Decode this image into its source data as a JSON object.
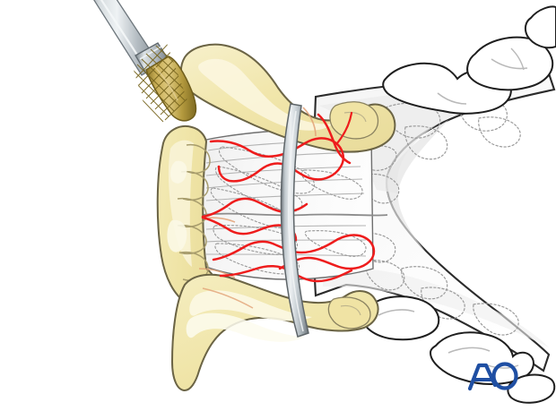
{
  "illustration": {
    "title": "Mandibular symphysis comminuted fracture - burr debridement",
    "view": "superior occlusal view of mandible",
    "background_color": "#ffffff"
  },
  "logo": {
    "text": "AO",
    "color": "#1f4fa3",
    "position": "bottom-right"
  },
  "palette": {
    "bone_yellow_fill": "#f2e8b0",
    "bone_yellow_light": "#f8f2d2",
    "bone_yellow_highlight": "#fbf7e3",
    "bone_outline": "#6b6445",
    "mandible_white_fill": "#fbfbfb",
    "mandible_shadow": "#e8e8e8",
    "mandible_outline": "#2b2b2b",
    "tooth_fill": "#ffffff",
    "tooth_outline": "#1e1e1e",
    "root_dotted": "#9a9a9a",
    "fracture_red": "#ee1c1c",
    "metal_light": "#e2e6e8",
    "metal_mid": "#aab2b8",
    "metal_dark": "#7d868d",
    "burr_gold_light": "#d9c06a",
    "burr_gold_mid": "#b99f42",
    "burr_gold_dark": "#8e7726",
    "soft_orange": "#e8a882"
  },
  "elements": {
    "burr_instrument": {
      "name": "rotary burr drill",
      "shaft_label": "drill shaft",
      "collar_label": "drill collar",
      "head_label": "tapered cross-cut burr head",
      "entry_angle_degrees": 42
    },
    "retractor": {
      "name": "curved retractor blade",
      "orientation": "vertical curved"
    },
    "fracture_lines": {
      "name": "comminuted fracture lines",
      "color": "#ee1c1c",
      "count": 6,
      "region": "anterior symphysis"
    },
    "bone_segment": {
      "name": "mobilized anterior mandibular segment",
      "color": "#f2e8b0"
    },
    "mandible_body": {
      "name": "mandibular body and arch",
      "color": "#fbfbfb"
    },
    "teeth": {
      "name": "molar and premolar crowns",
      "upper_count": 3,
      "lower_count": 3,
      "root_style": "dotted outline"
    }
  }
}
